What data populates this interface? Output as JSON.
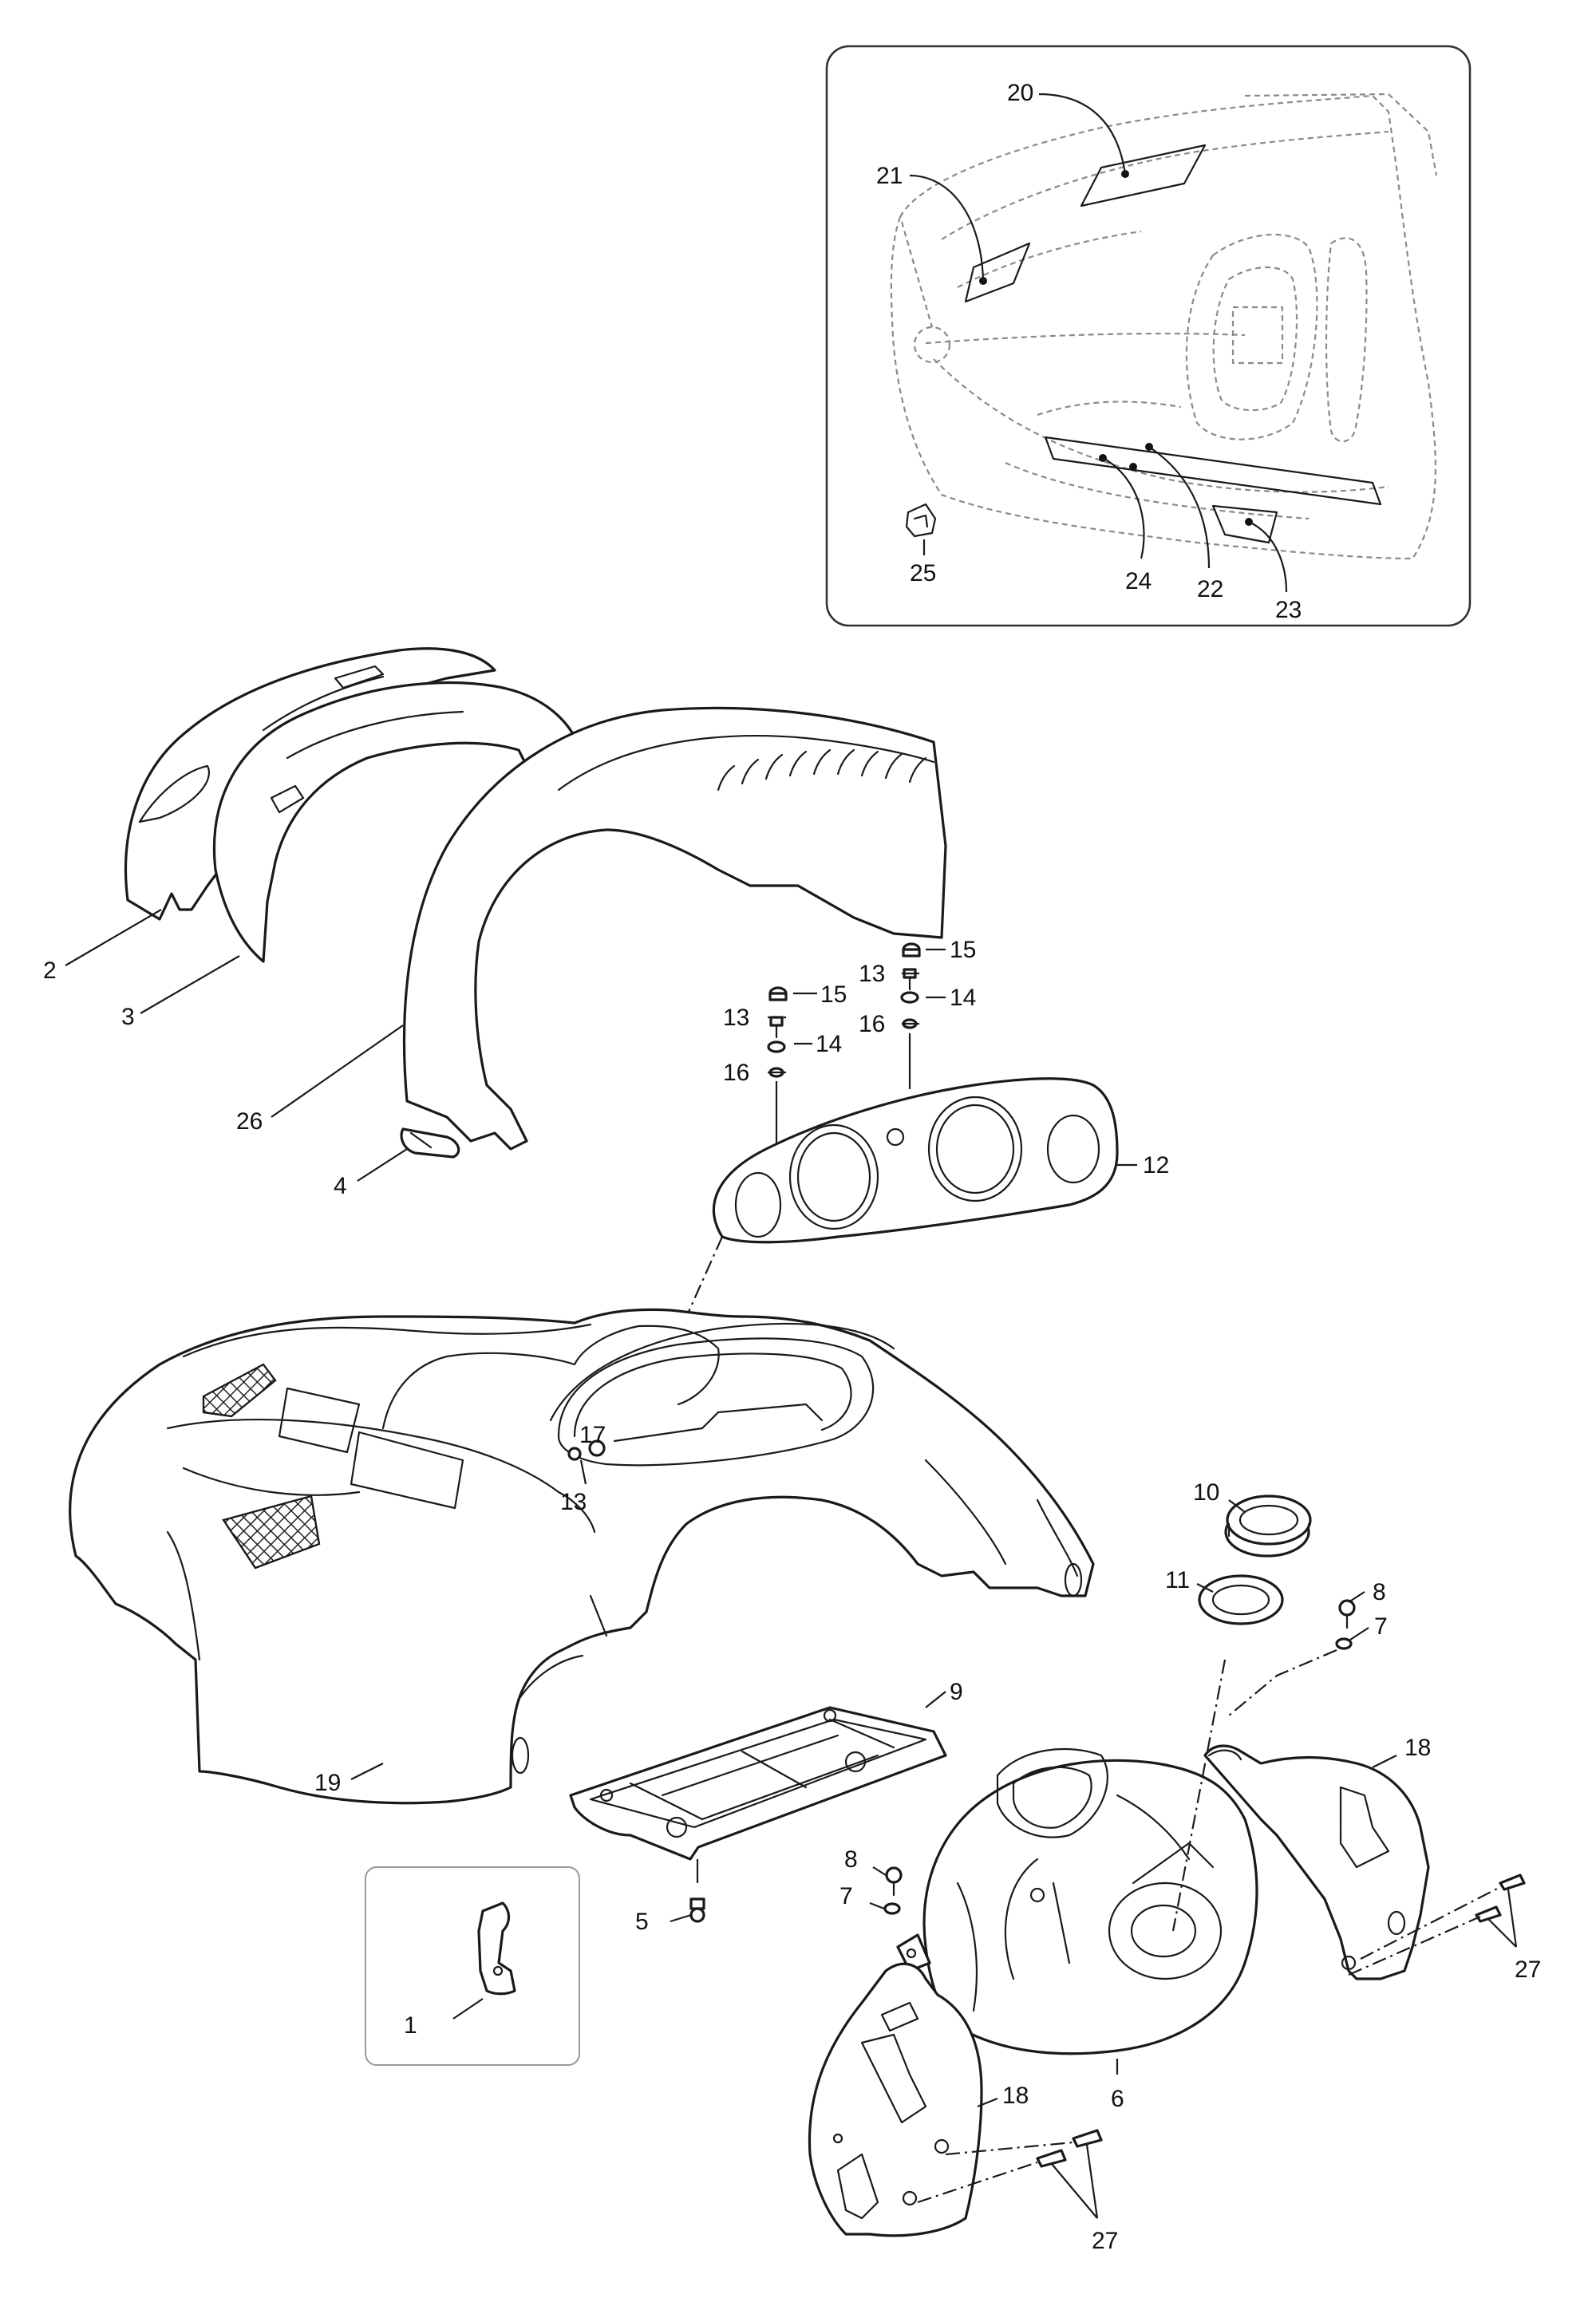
{
  "callouts": {
    "c1": "1",
    "c2": "2",
    "c3": "3",
    "c4": "4",
    "c5": "5",
    "c6": "6",
    "c7a": "7",
    "c7b": "7",
    "c8a": "8",
    "c8b": "8",
    "c9": "9",
    "c10": "10",
    "c11": "11",
    "c12": "12",
    "c13a": "13",
    "c13b": "13",
    "c13c": "13",
    "c14a": "14",
    "c14b": "14",
    "c15a": "15",
    "c15b": "15",
    "c16a": "16",
    "c16b": "16",
    "c17": "17",
    "c18a": "18",
    "c18b": "18",
    "c19": "19",
    "c20": "20",
    "c21": "21",
    "c22": "22",
    "c23": "23",
    "c24": "24",
    "c25": "25",
    "c26": "26",
    "c27a": "27",
    "c27b": "27"
  }
}
